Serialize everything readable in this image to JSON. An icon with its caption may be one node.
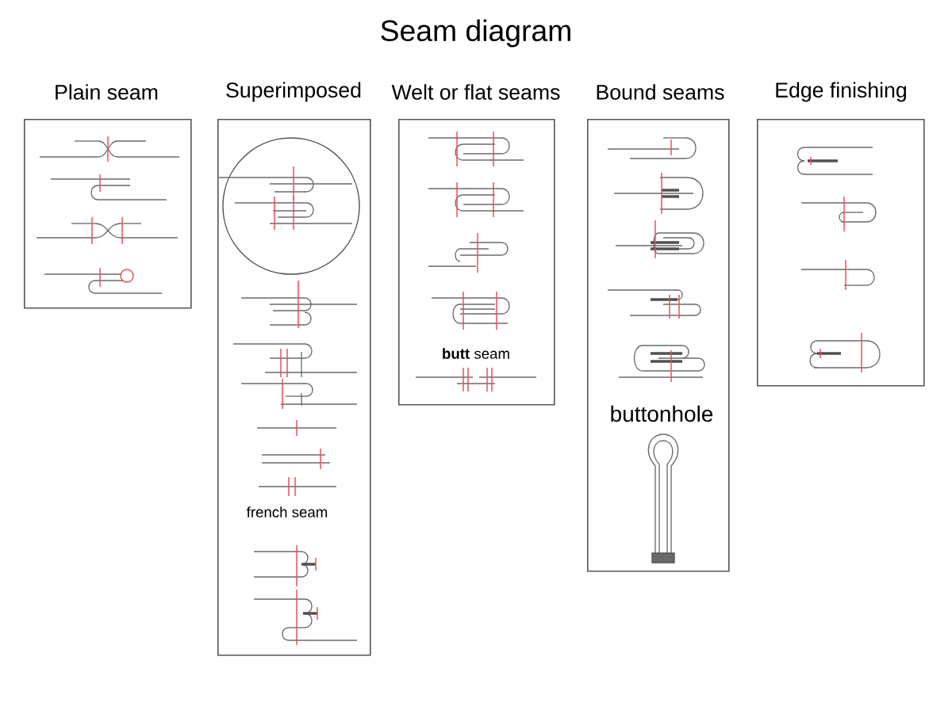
{
  "diagram": {
    "title": "Seam diagram",
    "nodes": [
      {
        "text": [
          "Plain seam"
        ]
      },
      {
        "text": [
          "Superimposed",
          "french seam"
        ]
      },
      {
        "text": [
          "Welt or flat seams",
          "**butt** seam"
        ]
      },
      {
        "text": [
          "Bound seams",
          "buttonhole"
        ]
      },
      {
        "text": [
          "Edge finishing"
        ]
      }
    ]
  }
}
